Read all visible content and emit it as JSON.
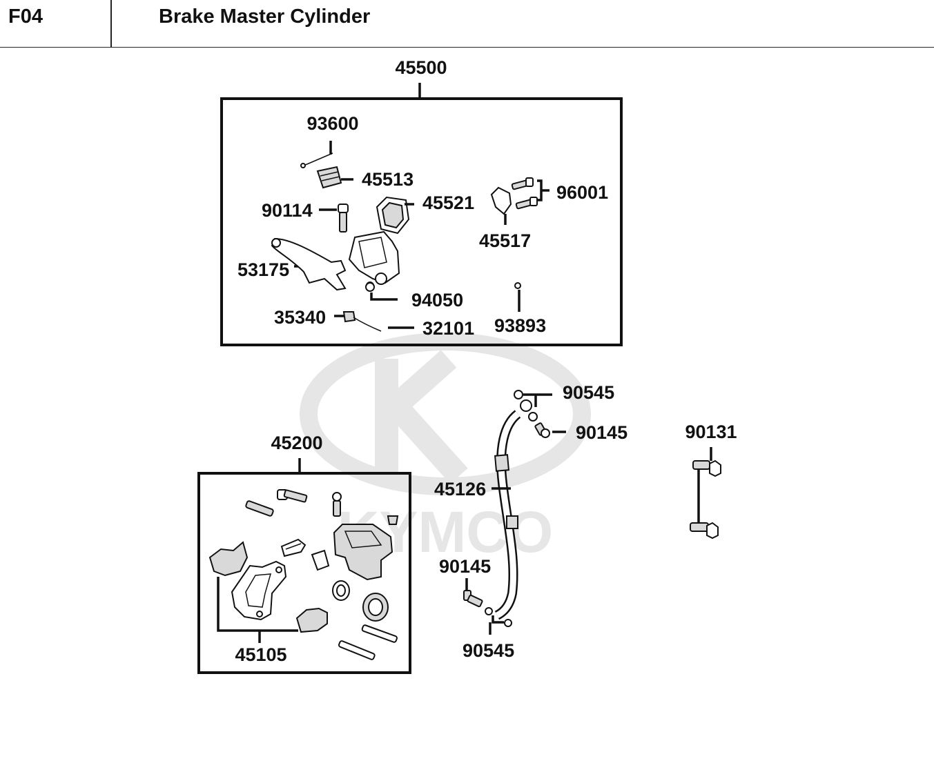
{
  "header": {
    "code": "F04",
    "title": "Brake Master Cylinder"
  },
  "watermark": {
    "text": "KYMCO",
    "color": "#e6e6e6"
  },
  "labels": {
    "p45500": "45500",
    "p93600": "93600",
    "p45513": "45513",
    "p45521": "45521",
    "p96001": "96001",
    "p90114": "90114",
    "p45517": "45517",
    "p53175": "53175",
    "p94050": "94050",
    "p35340": "35340",
    "p32101": "32101",
    "p93893": "93893",
    "p90545_top": "90545",
    "p90145_top": "90145",
    "p90131": "90131",
    "p45200": "45200",
    "p45126": "45126",
    "p90145_bottom": "90145",
    "p45105": "45105",
    "p90545_bottom": "90545"
  }
}
